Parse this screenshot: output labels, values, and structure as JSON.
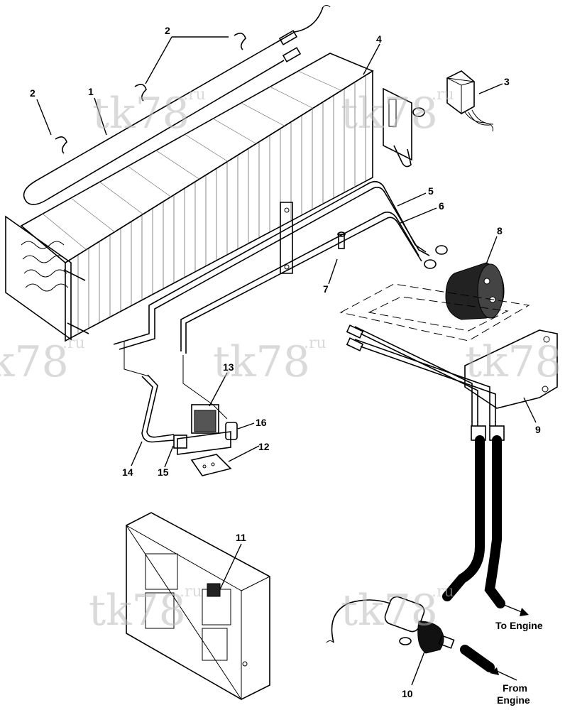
{
  "callouts": {
    "c1": "1",
    "c2a": "2",
    "c2b": "2",
    "c3": "3",
    "c4": "4",
    "c5": "5",
    "c6": "6",
    "c7": "7",
    "c8": "8",
    "c9": "9",
    "c10": "10",
    "c11": "11",
    "c12": "12",
    "c13": "13",
    "c14": "14",
    "c15": "15",
    "c16": "16"
  },
  "labels": {
    "to_engine": "To Engine",
    "from_engine_line1": "From",
    "from_engine_line2": "Engine"
  },
  "watermark": {
    "main": "tk78",
    "suffix": ".ru"
  },
  "colors": {
    "ink": "#000000",
    "watermark": "#bdbdbd",
    "background": "#ffffff"
  }
}
